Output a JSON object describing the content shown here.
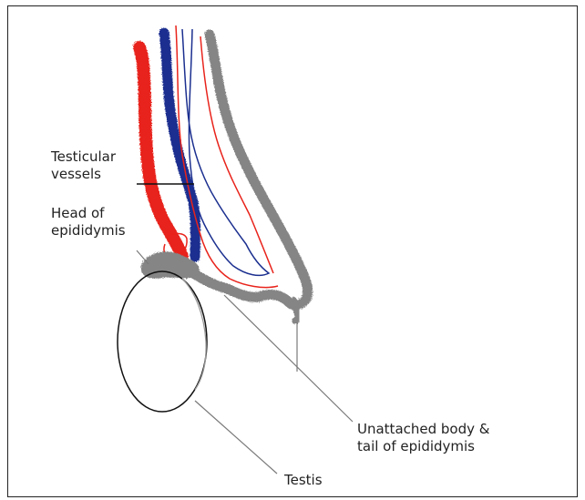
{
  "labels": {
    "testicular_vessels": "Testicular\nvessels",
    "head_of_epididymis": "Head of\nepididymis",
    "unattached_body_tail": "Unattached body & \ntail of epididymis",
    "testis": "Testis"
  },
  "colors": {
    "artery": "#e8231b",
    "vein": "#1b2f8f",
    "epididymis": "#858585",
    "leader": "#7a7a7a",
    "text": "#222222"
  }
}
